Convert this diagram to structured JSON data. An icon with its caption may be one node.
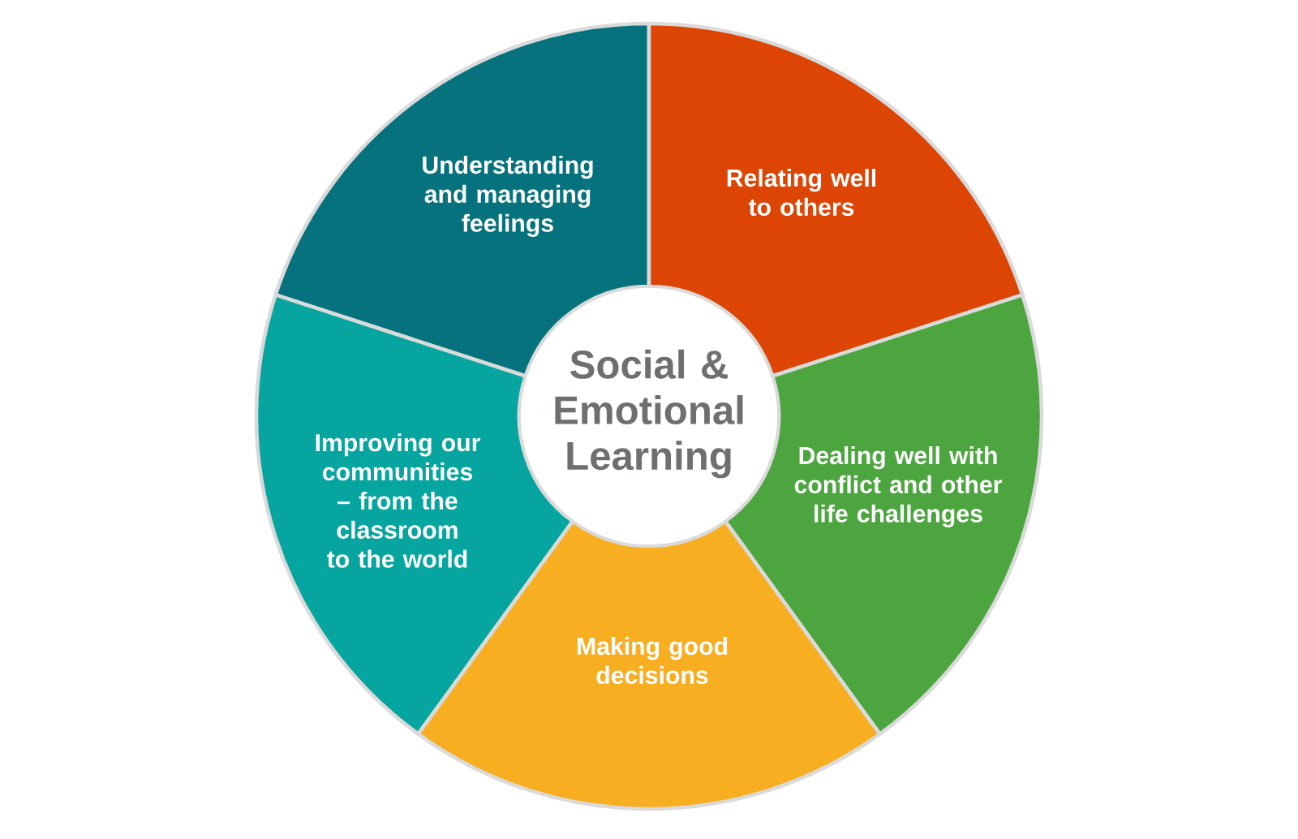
{
  "diagram": {
    "nodes": [
      {
        "text": [
          "Social & Emotional Learning"
        ]
      },
      {
        "text": [
          "Understanding and managing feelings"
        ]
      },
      {
        "text": [
          "Relating well to others"
        ]
      },
      {
        "text": [
          "Improving our communities – from the classroom to the world"
        ]
      },
      {
        "text": [
          "Dealing well with conflict and other life challenges"
        ]
      },
      {
        "text": [
          "Making good decisions"
        ]
      }
    ]
  }
}
